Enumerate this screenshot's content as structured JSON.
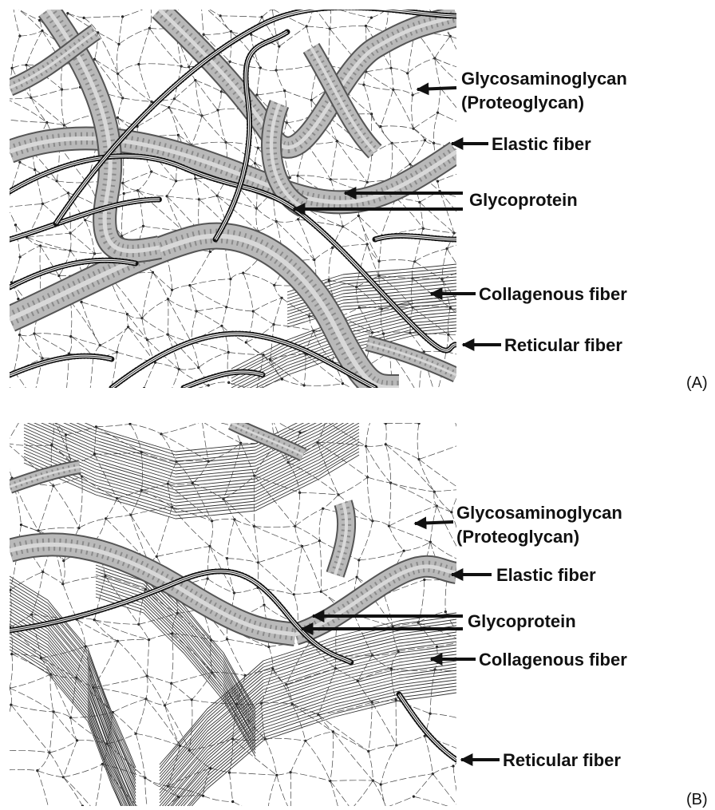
{
  "panels": [
    {
      "tag": "(A)",
      "labels": {
        "glycosaminoglycan": "Glycosaminoglycan",
        "proteoglycan": "(Proteoglycan)",
        "elastic": "Elastic fiber",
        "glycoprotein": "Glycoprotein",
        "collagenous": "Collagenous fiber",
        "reticular": "Reticular fiber"
      }
    },
    {
      "tag": "(B)",
      "labels": {
        "glycosaminoglycan": "Glycosaminoglycan",
        "proteoglycan": "(Proteoglycan)",
        "elastic": "Elastic fiber",
        "glycoprotein": "Glycoprotein",
        "collagenous": "Collagenous fiber",
        "reticular": "Reticular fiber"
      }
    }
  ],
  "colors": {
    "ink": "#111111",
    "elastic_fill": "#b9b9b9",
    "elastic_edge": "#555555",
    "collagen_line": "#333333",
    "background": "#ffffff"
  }
}
